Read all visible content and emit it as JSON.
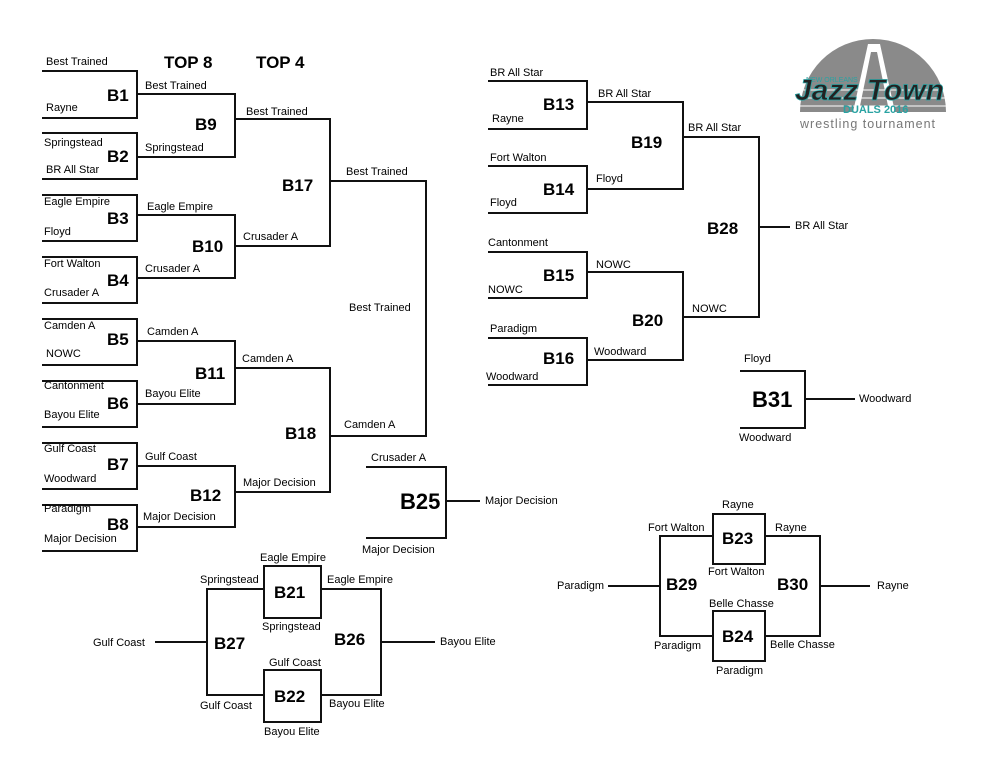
{
  "headers": {
    "top8": "TOP 8",
    "top4": "TOP 4"
  },
  "logo": {
    "line1": "Jazz Town",
    "line2": "DUALS 2016",
    "line3": "wrestling tournament",
    "tiny": "NEW ORLEANS"
  },
  "colors": {
    "line": "#111111",
    "logo_gray": "#8a8a8a",
    "logo_teal": "#2aa3a3"
  },
  "boxes": {
    "B1": "B1",
    "B2": "B2",
    "B3": "B3",
    "B4": "B4",
    "B5": "B5",
    "B6": "B6",
    "B7": "B7",
    "B8": "B8",
    "B9": "B9",
    "B10": "B10",
    "B11": "B11",
    "B12": "B12",
    "B13": "B13",
    "B14": "B14",
    "B15": "B15",
    "B16": "B16",
    "B17": "B17",
    "B18": "B18",
    "B19": "B19",
    "B20": "B20",
    "B21": "B21",
    "B22": "B22",
    "B23": "B23",
    "B24": "B24",
    "B25": "B25",
    "B26": "B26",
    "B27": "B27",
    "B28": "B28",
    "B29": "B29",
    "B30": "B30",
    "B31": "B31"
  },
  "teams": {
    "b1_top": "Best Trained",
    "b1_bot": "Rayne",
    "b2_top": "Springstead",
    "b2_bot": "BR All Star",
    "b3_top": "Eagle Empire",
    "b3_bot": "Floyd",
    "b4_top": "Fort Walton",
    "b4_bot": "Crusader A",
    "b5_top": "Camden A",
    "b5_bot": "NOWC",
    "b6_top": "Cantonment",
    "b6_bot": "Bayou Elite",
    "b7_top": "Gulf Coast",
    "b7_bot": "Woodward",
    "b8_top": "Paradigm",
    "b8_bot": "Major Decision",
    "b9_top": "Best Trained",
    "b9_bot": "Springstead",
    "b10_top": "Eagle Empire",
    "b10_bot": "Crusader A",
    "b11_top": "Camden A",
    "b11_bot": "Bayou Elite",
    "b12_top": "Gulf Coast",
    "b12_bot": "Major Decision",
    "b17_top": "Best Trained",
    "b17_bot": "Crusader A",
    "b18_top": "Camden A",
    "b18_bot": "Major Decision",
    "final_top": "Best Trained",
    "final_bot": "Camden A",
    "champion": "Best Trained",
    "b25_top": "Crusader A",
    "b25_bot": "Major Decision",
    "b25_win": "Major Decision",
    "b13_top": "BR All Star",
    "b13_bot": "Rayne",
    "b14_top": "Fort Walton",
    "b14_bot": "Floyd",
    "b15_top": "Cantonment",
    "b15_bot": "NOWC",
    "b16_top": "Paradigm",
    "b16_bot": "Woodward",
    "b19_top": "BR All Star",
    "b19_bot": "Floyd",
    "b20_top": "NOWC",
    "b20_bot": "Woodward",
    "b28_top": "BR All Star",
    "b28_bot": "NOWC",
    "b28_win": "BR All Star",
    "b31_top": "Floyd",
    "b31_bot": "Woodward",
    "b31_win": "Woodward",
    "b21_top": "Eagle Empire",
    "b21_bot": "Springstead",
    "b22_top": "Gulf Coast",
    "b22_bot": "Bayou Elite",
    "b27_top": "Springstead",
    "b27_bot": "Gulf Coast",
    "b27_win": "Gulf Coast",
    "b26_top": "Eagle Empire",
    "b26_bot": "Bayou Elite",
    "b26_win": "Bayou Elite",
    "b23_top": "Rayne",
    "b23_bot": "Fort Walton",
    "b24_top": "Belle Chasse",
    "b24_bot": "Paradigm",
    "b29_top": "Fort Walton",
    "b29_bot": "Paradigm",
    "b29_win": "Paradigm",
    "b30_top": "Rayne",
    "b30_bot": "Belle Chasse",
    "b30_win": "Rayne"
  }
}
